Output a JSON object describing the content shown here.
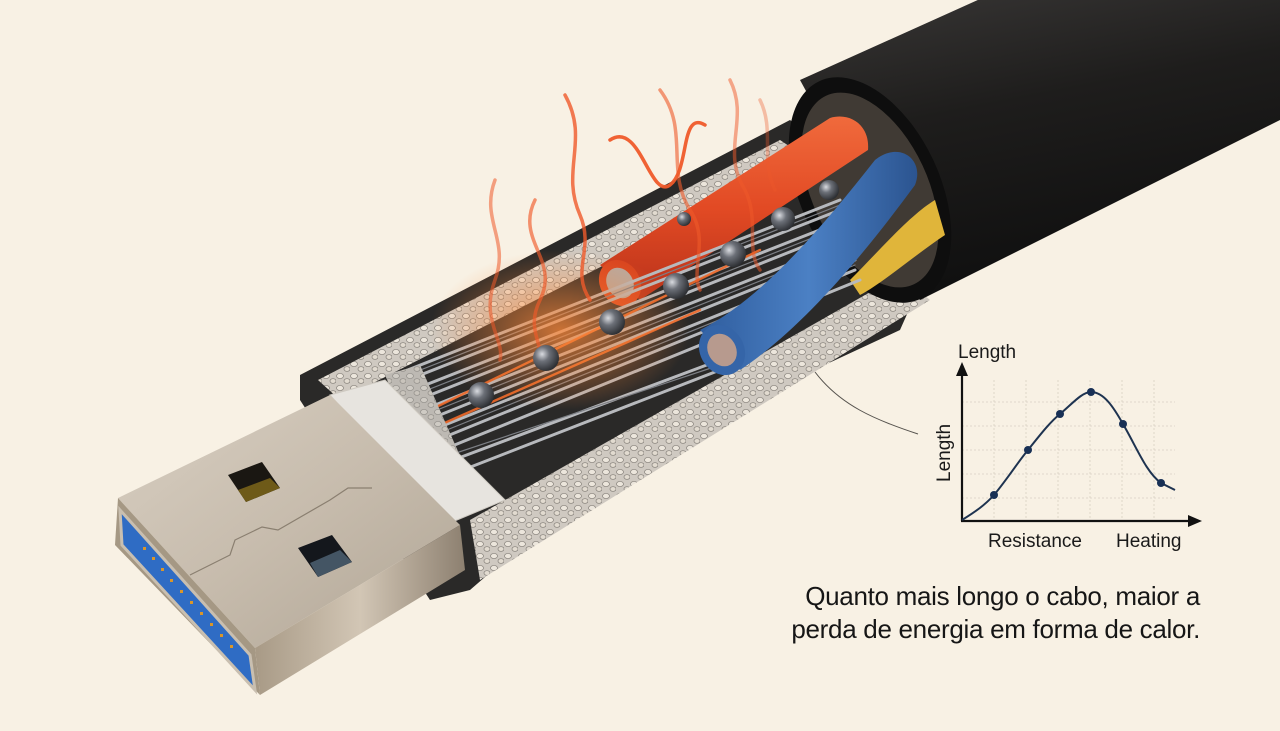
{
  "illustration": {
    "subject": "USB cable cutaway showing stranded conductor heating",
    "components": {
      "connector": "usb-a-plug",
      "jacket_color": "#1f1d1c",
      "wire_colors": {
        "red": "#e2452a",
        "blue": "#3c6fb3",
        "yellow": "#e0b53a"
      },
      "heat_wave_color": "#ef5a2a",
      "electron_color": "#5b5f66",
      "connector_tongue_color": "#2f6cc4"
    }
  },
  "caption": {
    "line1": "Quanto mais longo o cabo, maior a",
    "line2": "perda de energia em forma de calor."
  },
  "chart_data": {
    "type": "line",
    "title": "Length",
    "xlabel": "Resistance",
    "xlabel_right": "Heating",
    "ylabel": "Length",
    "x": [
      1,
      2,
      3,
      4,
      5,
      6
    ],
    "values": [
      1.0,
      2.9,
      4.4,
      5.3,
      4.0,
      1.6
    ],
    "ylim": [
      0,
      6.5
    ],
    "xlim": [
      0,
      7.3
    ],
    "grid": true,
    "markers": true,
    "line_color": "#1e3350"
  }
}
